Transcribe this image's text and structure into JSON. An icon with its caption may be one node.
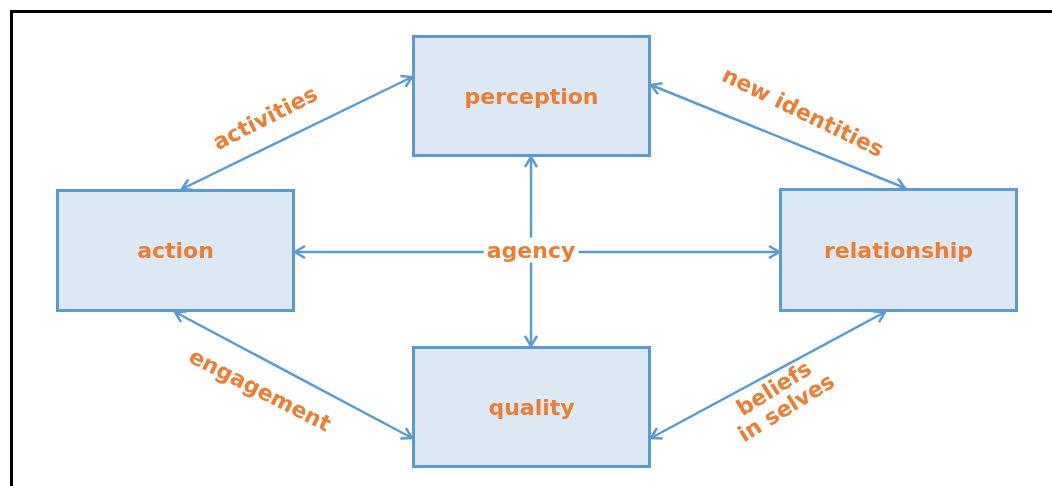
{
  "diagram": {
    "nodes": [
      {
        "text": [
          "perception"
        ]
      },
      {
        "text": [
          "action"
        ]
      },
      {
        "text": [
          "relationship"
        ]
      },
      {
        "text": [
          "quality"
        ]
      }
    ],
    "edges": [
      {
        "from": 1,
        "to": 0,
        "arrow": "both",
        "label": "activities"
      },
      {
        "from": 0,
        "to": 2,
        "arrow": "both",
        "label": "new identities"
      },
      {
        "from": 1,
        "to": 3,
        "arrow": "both",
        "label": "engagement"
      },
      {
        "from": 3,
        "to": 2,
        "arrow": "both",
        "label": "beliefs in selves"
      },
      {
        "from": 1,
        "to": 2,
        "arrow": "both"
      },
      {
        "from": 0,
        "to": 3,
        "arrow": "both"
      }
    ],
    "labels": [
      "agency"
    ]
  }
}
